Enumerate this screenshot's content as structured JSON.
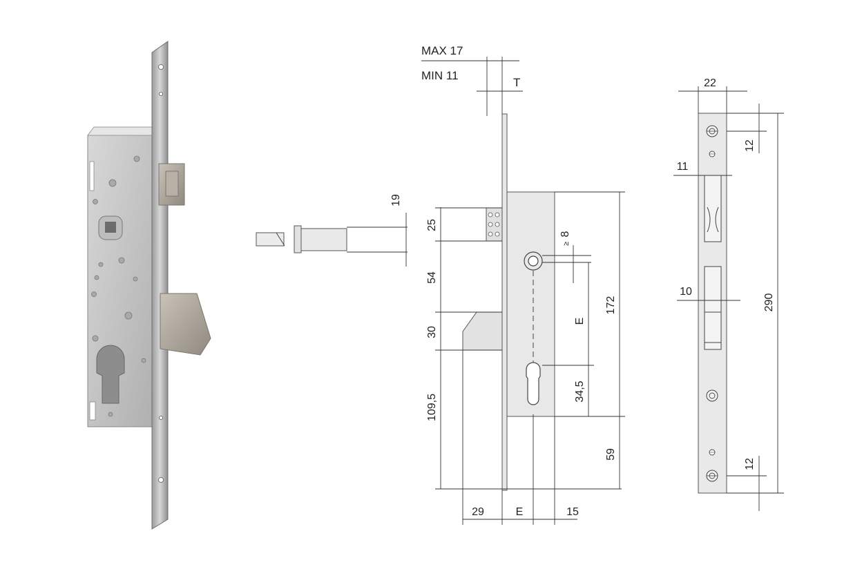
{
  "labels": {
    "max": "MAX  17",
    "min": "MIN 11",
    "t": "T",
    "d19": "19",
    "d25": "25",
    "d54": "54",
    "d30": "30",
    "d109": "109,5",
    "d8": "8",
    "dE_vert": "E",
    "d172": "172",
    "d34": "34,5",
    "d59": "59",
    "d29": "29",
    "dE_horiz": "E",
    "d15": "15",
    "d22": "22",
    "d12_top": "12",
    "d11": "11",
    "d10": "10",
    "d290": "290",
    "d12_bottom": "12"
  },
  "colors": {
    "line": "#333333",
    "metal": "#e4e4e4",
    "metal_dark": "#a8a8a8",
    "background": "#ffffff"
  }
}
